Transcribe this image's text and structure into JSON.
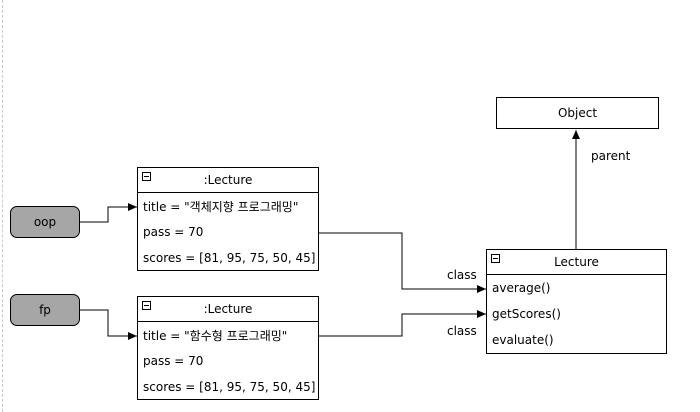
{
  "variables": [
    {
      "name": "oop"
    },
    {
      "name": "fp"
    }
  ],
  "instances": [
    {
      "title": ":Lecture",
      "fields": [
        "title = \"객체지향 프로그래밍\"",
        "pass = 70",
        "scores = [81, 95, 75, 50, 45]"
      ]
    },
    {
      "title": ":Lecture",
      "fields": [
        "title = \"함수형 프로그래밍\"",
        "pass = 70",
        "scores = [81, 95, 75, 50, 45]"
      ]
    }
  ],
  "lecture_class": {
    "title": "Lecture",
    "methods": [
      "average()",
      "getScores()",
      "evaluate()"
    ]
  },
  "object_class": {
    "title": "Object"
  },
  "edge_labels": {
    "class_1": "class",
    "class_2": "class",
    "parent": "parent"
  },
  "colors": {
    "variable_fill": "#a6a6a6",
    "line": "#000000",
    "box_fill": "#ffffff",
    "guide": "#c8c8c8"
  }
}
